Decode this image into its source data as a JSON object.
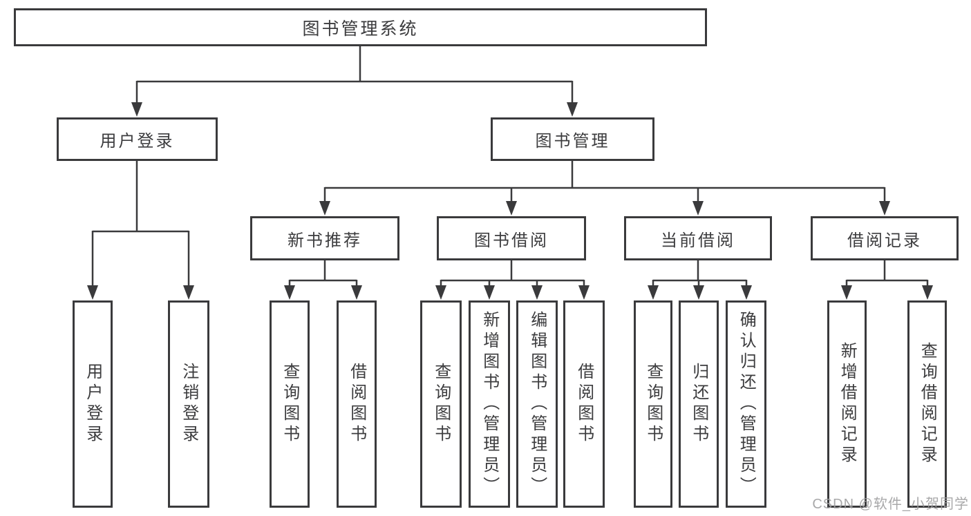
{
  "diagram": {
    "root": "图书管理系统",
    "branches": [
      {
        "label": "用户登录",
        "children": [
          "用户登录",
          "注销登录"
        ]
      },
      {
        "label": "图书管理",
        "sections": [
          {
            "label": "新书推荐",
            "children": [
              "查询图书",
              "借阅图书"
            ]
          },
          {
            "label": "图书借阅",
            "children": [
              "查询图书",
              "新增图书（管理员）",
              "编辑图书（管理员）",
              "借阅图书"
            ]
          },
          {
            "label": "当前借阅",
            "children": [
              "查询图书",
              "归还图书",
              "确认归还（管理员）"
            ]
          },
          {
            "label": "借阅记录",
            "children": [
              "新增借阅记录",
              "查询借阅记录"
            ]
          }
        ]
      }
    ],
    "line_color": "#3a3a3c"
  },
  "watermark": {
    "text": "CSDN @软件_小贺同学"
  }
}
